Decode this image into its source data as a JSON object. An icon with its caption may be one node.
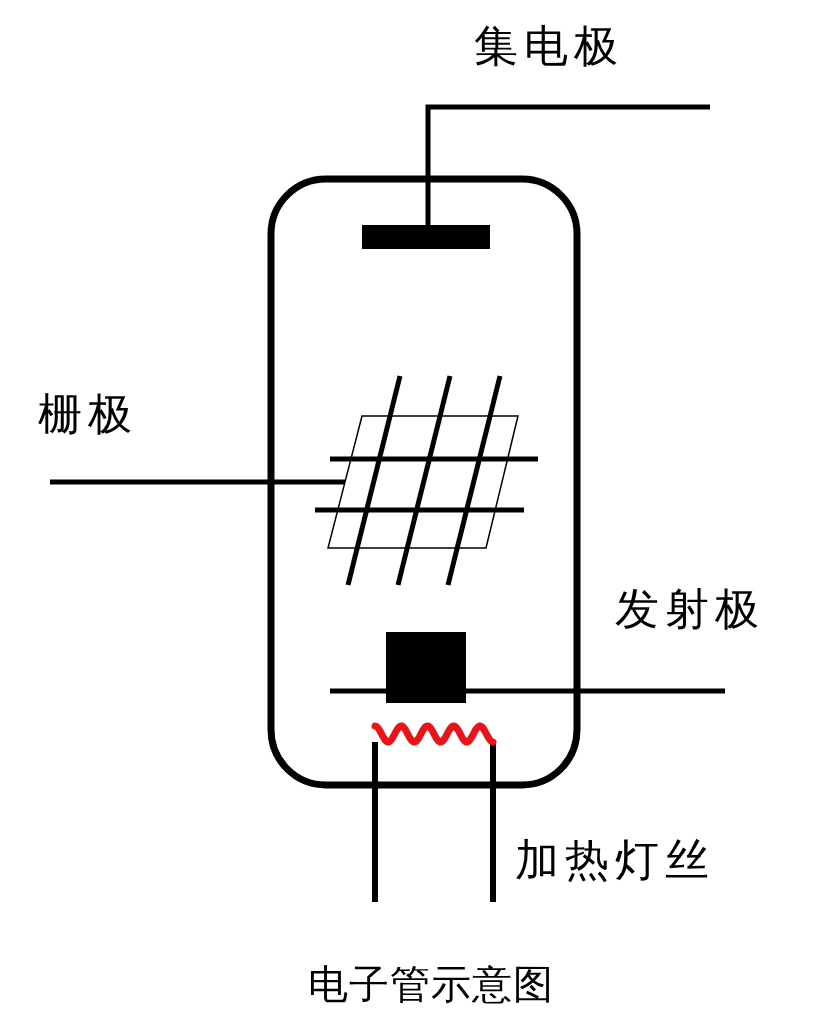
{
  "diagram": {
    "caption": "电子管示意图",
    "labels": [
      "集电极",
      "栅极",
      "发射极",
      "加热灯丝"
    ]
  }
}
